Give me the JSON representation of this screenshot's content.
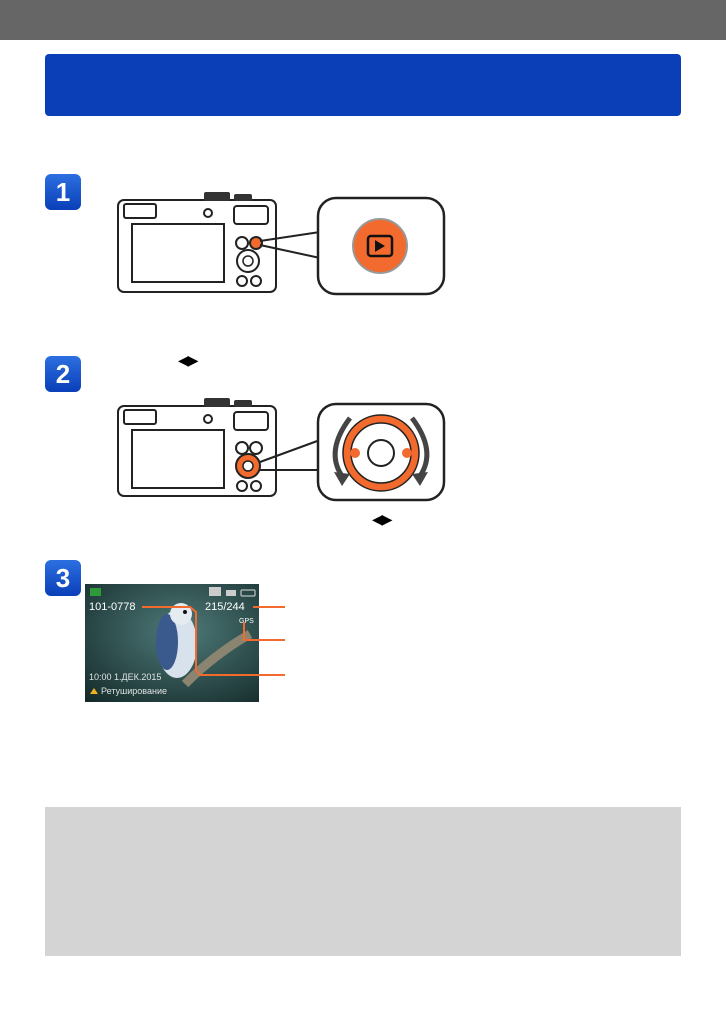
{
  "steps": [
    {
      "number": "1",
      "icon": "play-icon"
    },
    {
      "number": "2",
      "icon": "rotate-icon"
    },
    {
      "number": "3",
      "icon": "display-icon"
    }
  ],
  "step2": {
    "arrows": "◀▶",
    "caption_arrows": "◀▶"
  },
  "display": {
    "file_number": "101-0778",
    "counter": "215/244",
    "gps": "GPS",
    "datetime": "10:00 1.ДЕК.2015",
    "retouch_label": "Ретуширование"
  },
  "colors": {
    "accent": "#0a3fb8",
    "highlight": "#f26a2e",
    "header": "#666666",
    "note_box": "#d4d4d4"
  }
}
